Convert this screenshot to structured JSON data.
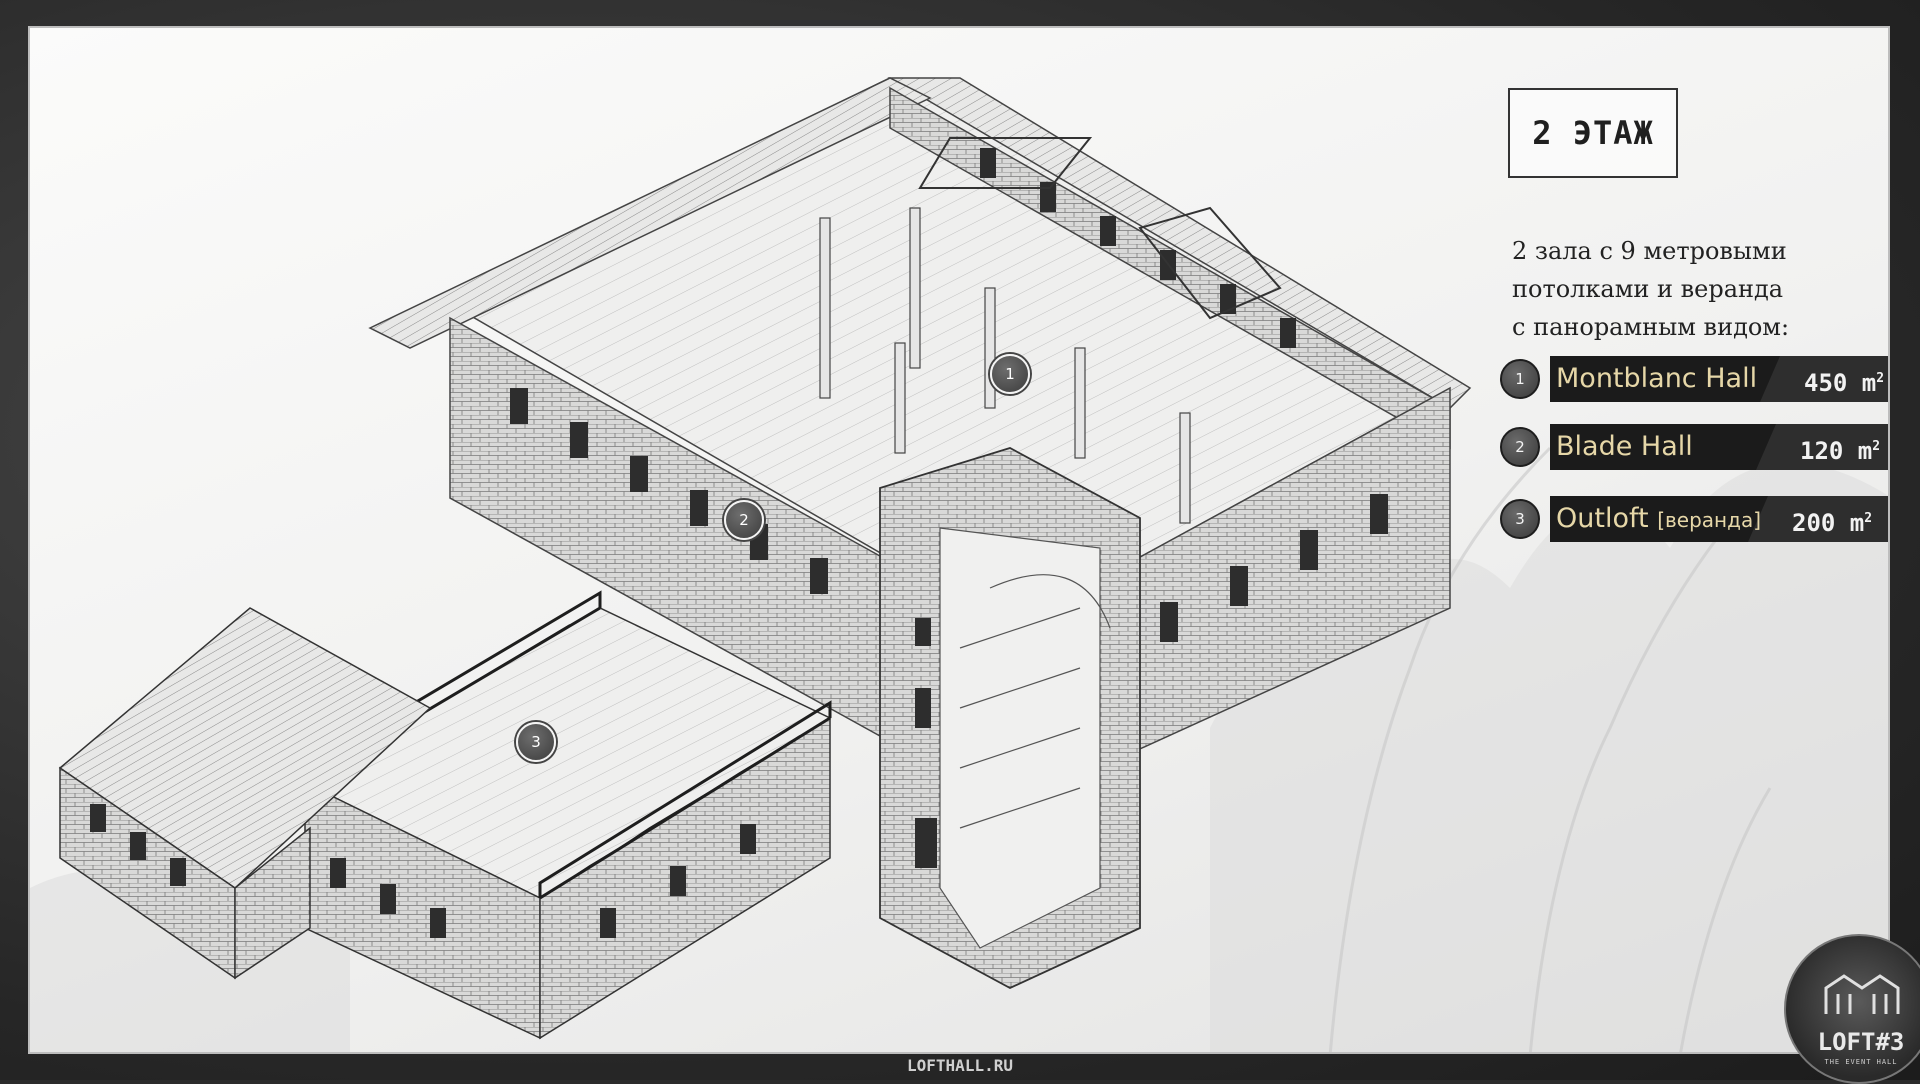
{
  "floor_title": "2 ЭТАЖ",
  "description": [
    "2 зала с 9 метровыми",
    "потолками и веранда",
    "с панорамным видом:"
  ],
  "halls": [
    {
      "number": "1",
      "name": "Montblanc Hall",
      "name_suffix": "",
      "area": "450 m",
      "unit_exp": "2"
    },
    {
      "number": "2",
      "name": "Blade Hall",
      "name_suffix": "",
      "area": "120 m",
      "unit_exp": "2"
    },
    {
      "number": "3",
      "name": "Outloft",
      "name_suffix": "[веранда]",
      "area": "200 m",
      "unit_exp": "2"
    }
  ],
  "markers": [
    "1",
    "2",
    "3"
  ],
  "footer": {
    "url": "LOFTHALL.RU"
  },
  "logo": {
    "text": "LOFT#3",
    "subtitle": "THE EVENT HALL"
  },
  "colors": {
    "accent_gold": "#e6d7a8",
    "bar_dark": "#1b1b1b",
    "frame": "#2b2b2b"
  }
}
